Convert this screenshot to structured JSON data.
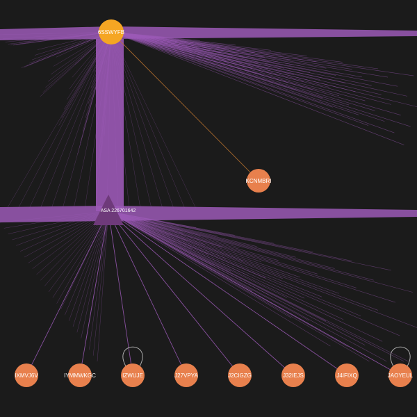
{
  "graph": {
    "colors": {
      "background": "#1b1b1b",
      "edge": "#9b59b6",
      "edge_orange": "#c0762f",
      "hub_node": "#f5a623",
      "leaf_node": "#e8804d",
      "triangle_node": "#6e3a7a",
      "label": "#ffffff"
    },
    "nodes": [
      {
        "id": "top-hub",
        "label": "6SSWYFB",
        "shape": "circle",
        "role": "hub"
      },
      {
        "id": "middle-hub",
        "label": "ASA 226701642",
        "shape": "triangle",
        "role": "hub"
      },
      {
        "id": "kcnmbri",
        "label": "KCNMBRI",
        "shape": "circle",
        "role": "leaf"
      },
      {
        "id": "ixmvj6v",
        "label": "IXMVJ6V",
        "shape": "circle",
        "role": "leaf"
      },
      {
        "id": "iymmwkgc",
        "label": "IYMMWKGC",
        "shape": "circle",
        "role": "leaf"
      },
      {
        "id": "izwuje",
        "label": "IZWUJE",
        "shape": "circle",
        "role": "leaf"
      },
      {
        "id": "j27vpya",
        "label": "J27VPYA",
        "shape": "circle",
        "role": "leaf"
      },
      {
        "id": "j2cigzg",
        "label": "J2CIGZG",
        "shape": "circle",
        "role": "leaf"
      },
      {
        "id": "j32iejs",
        "label": "J32IEJS",
        "shape": "circle",
        "role": "leaf"
      },
      {
        "id": "j4ifixq",
        "label": "J4IFIXQ",
        "shape": "circle",
        "role": "leaf"
      },
      {
        "id": "jaoyeul",
        "label": "JAOYEUL",
        "shape": "circle",
        "role": "leaf"
      }
    ],
    "edges": [
      {
        "from": "top-hub",
        "to": "middle-hub",
        "weight": "heavy"
      },
      {
        "from": "top-hub",
        "to": "kcnmbri",
        "weight": "thin",
        "color": "orange"
      },
      {
        "from": "middle-hub",
        "to": "ixmvj6v",
        "weight": "thin"
      },
      {
        "from": "middle-hub",
        "to": "iymmwkgc",
        "weight": "thin"
      },
      {
        "from": "middle-hub",
        "to": "izwuje",
        "weight": "thin"
      },
      {
        "from": "middle-hub",
        "to": "j27vpya",
        "weight": "thin"
      },
      {
        "from": "middle-hub",
        "to": "j2cigzg",
        "weight": "thin"
      },
      {
        "from": "middle-hub",
        "to": "j32iejs",
        "weight": "thin"
      },
      {
        "from": "middle-hub",
        "to": "j4ifixq",
        "weight": "thin"
      },
      {
        "from": "middle-hub",
        "to": "jaoyeul",
        "weight": "thin"
      },
      {
        "from": "izwuje",
        "to": "izwuje",
        "weight": "thin",
        "self_loop": true
      },
      {
        "from": "jaoyeul",
        "to": "jaoyeul",
        "weight": "thin",
        "self_loop": true
      }
    ]
  }
}
